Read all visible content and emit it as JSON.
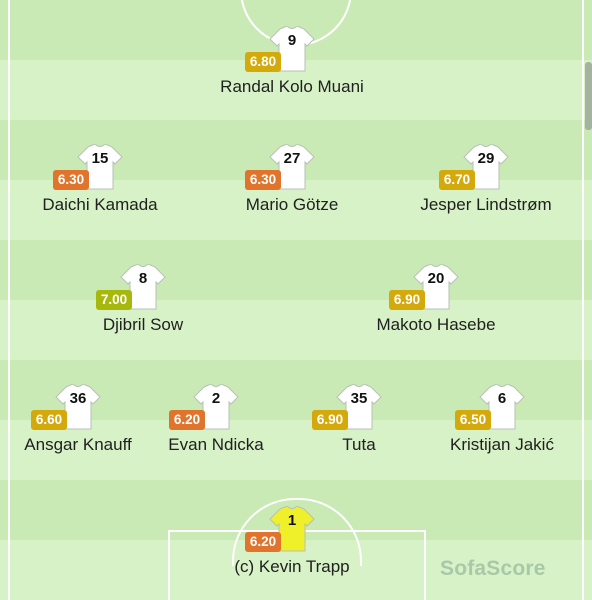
{
  "colors": {
    "pitch_light": "#d8f2c8",
    "pitch_dark": "#c9eab4",
    "lines": "#ffffff",
    "rating_yellow": "#d4a90c",
    "rating_orange": "#e0742c",
    "rating_lime": "#a7b80c",
    "shirt_outfield": "#ffffff",
    "shirt_goalkeeper": "#f0f02a"
  },
  "players": [
    {
      "number": "9",
      "rating": "6.80",
      "rating_color": "yellow",
      "name": "Randal Kolo Muani",
      "shirt": "outfield"
    },
    {
      "number": "15",
      "rating": "6.30",
      "rating_color": "orange",
      "name": "Daichi Kamada",
      "shirt": "outfield"
    },
    {
      "number": "27",
      "rating": "6.30",
      "rating_color": "orange",
      "name": "Mario Götze",
      "shirt": "outfield"
    },
    {
      "number": "29",
      "rating": "6.70",
      "rating_color": "yellow",
      "name": "Jesper Lindstrøm",
      "shirt": "outfield"
    },
    {
      "number": "8",
      "rating": "7.00",
      "rating_color": "lime",
      "name": "Djibril Sow",
      "shirt": "outfield"
    },
    {
      "number": "20",
      "rating": "6.90",
      "rating_color": "yellow",
      "name": "Makoto Hasebe",
      "shirt": "outfield"
    },
    {
      "number": "36",
      "rating": "6.60",
      "rating_color": "yellow",
      "name": "Ansgar Knauff",
      "shirt": "outfield"
    },
    {
      "number": "2",
      "rating": "6.20",
      "rating_color": "orange",
      "name": "Evan Ndicka",
      "shirt": "outfield"
    },
    {
      "number": "35",
      "rating": "6.90",
      "rating_color": "yellow",
      "name": "Tuta",
      "shirt": "outfield"
    },
    {
      "number": "6",
      "rating": "6.50",
      "rating_color": "yellow",
      "name": "Kristijan Jakić",
      "shirt": "outfield"
    },
    {
      "number": "1",
      "rating": "6.20",
      "rating_color": "orange",
      "name": "(c) Kevin Trapp",
      "shirt": "goalkeeper"
    }
  ],
  "logo": {
    "text": "SofaScore"
  }
}
